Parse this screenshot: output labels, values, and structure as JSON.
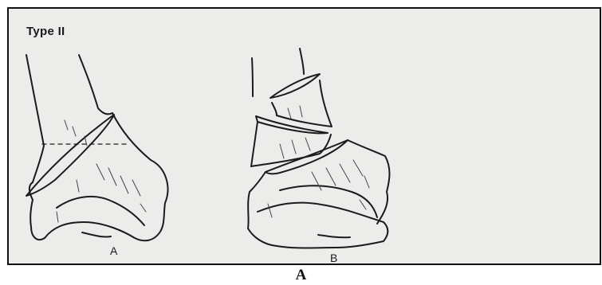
{
  "figure": {
    "heading": "Type II",
    "panels": [
      {
        "label": "A",
        "content": "fracture-illustration"
      },
      {
        "label": "B",
        "content": "fracture-illustration"
      }
    ]
  },
  "caption": "A"
}
